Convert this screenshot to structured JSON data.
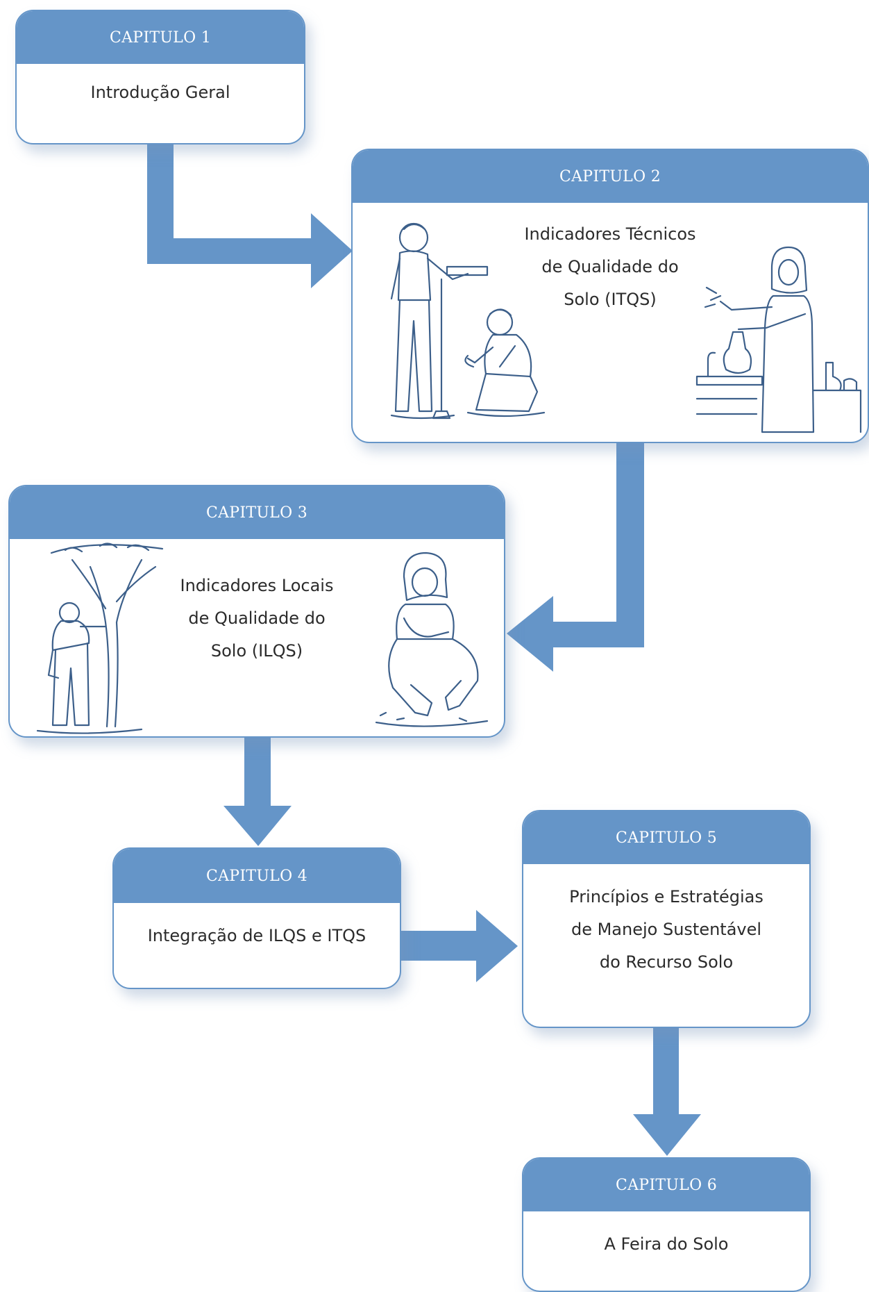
{
  "colors": {
    "accent": "#6595c8",
    "text": "#2b2b2b",
    "header_text": "#ffffff",
    "sketch": "#3c5f8a"
  },
  "chapters": [
    {
      "header": "CAPITULO 1",
      "lines": [
        "Introdução Geral"
      ]
    },
    {
      "header": "CAPITULO 2",
      "lines": [
        "Indicadores Técnicos",
        "de Qualidade do",
        "Solo (ITQS)"
      ]
    },
    {
      "header": "CAPITULO 3",
      "lines": [
        "Indicadores Locais",
        "de Qualidade do",
        "Solo (ILQS)"
      ]
    },
    {
      "header": "CAPITULO 4",
      "lines": [
        "Integração de ILQS e ITQS"
      ]
    },
    {
      "header": "CAPITULO 5",
      "lines": [
        "Princípios e Estratégias",
        "de Manejo Sustentável",
        "do Recurso Solo"
      ]
    },
    {
      "header": "CAPITULO 6",
      "lines": [
        "A Feira do Solo"
      ]
    }
  ],
  "illustrations": [
    "soil-sampling-men-sketch-icon",
    "lab-researcher-sketch-icon",
    "farmer-by-tree-sketch-icon",
    "woman-examining-soil-sketch-icon"
  ]
}
